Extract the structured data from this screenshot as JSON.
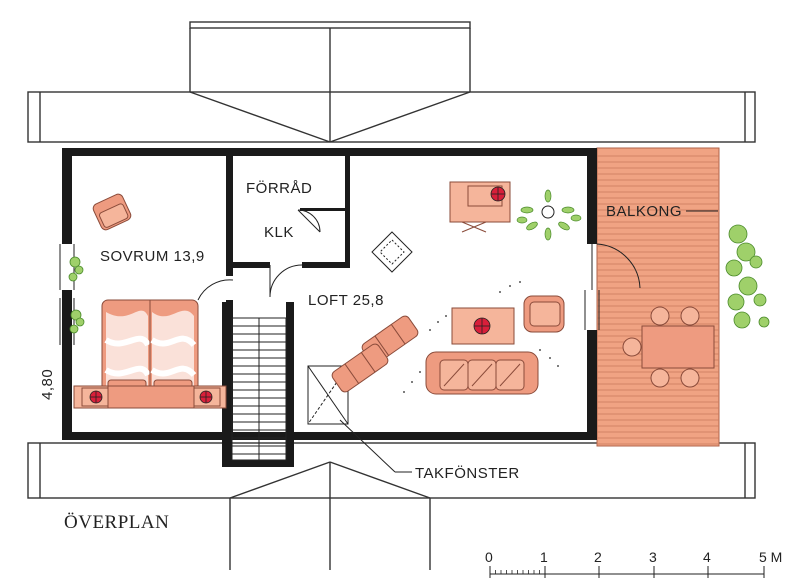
{
  "plan": {
    "title": "ÖVERPLAN",
    "colors": {
      "wall": "#1a1a1a",
      "wood": "#f0a383",
      "accent": "#f5b59b",
      "furniture": "#ee9b80",
      "marker": "#d81f3a",
      "plant": "#7ec045"
    },
    "rooms": {
      "forrad": "FÖRRÅD",
      "klk": "KLK",
      "sovrum": "SOVRUM 13,9",
      "loft": "LOFT 25,8",
      "balkong": "BALKONG"
    },
    "dimension": "4,80",
    "annotation": "TAKFÖNSTER",
    "scale": {
      "ticks": [
        "0",
        "1",
        "2",
        "3",
        "4",
        "5 M"
      ]
    }
  }
}
